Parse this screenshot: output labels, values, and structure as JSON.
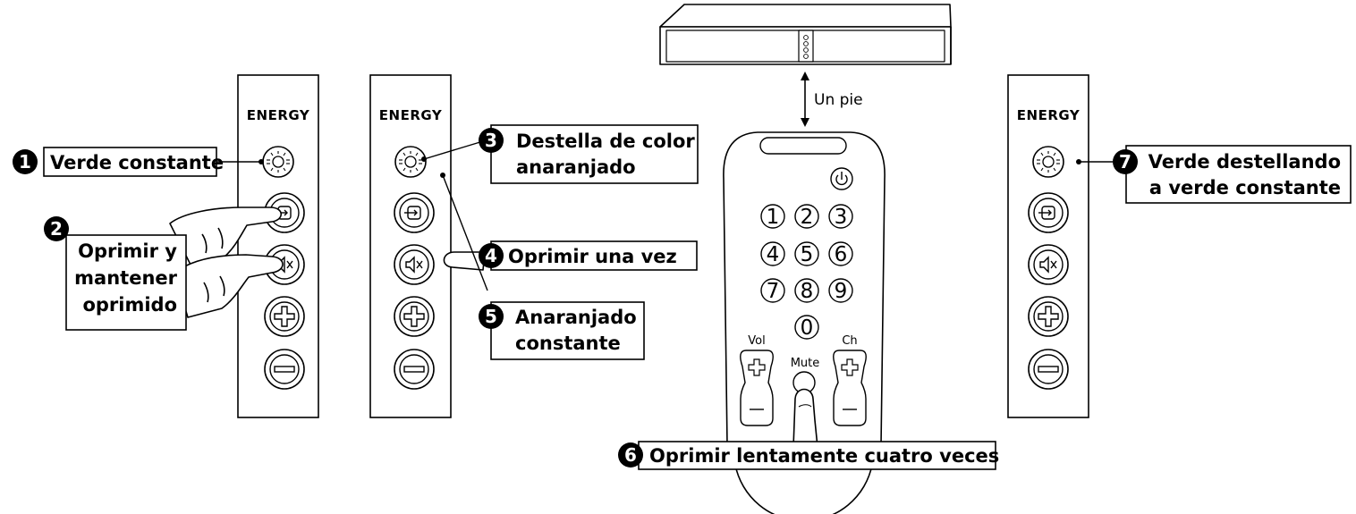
{
  "brand_logo": "ENERGY",
  "steps": [
    {
      "number": "1",
      "text": "Verde constante"
    },
    {
      "number": "2",
      "lines": [
        "Oprimir y",
        "mantener",
        "oprimido"
      ]
    },
    {
      "number": "3",
      "lines": [
        "Destella de color",
        "anaranjado"
      ]
    },
    {
      "number": "4",
      "text": "Oprimir una vez"
    },
    {
      "number": "5",
      "lines": [
        "Anaranjado",
        "constante"
      ]
    },
    {
      "number": "6",
      "text": "Oprimir lentamente cuatro veces"
    },
    {
      "number": "7",
      "lines": [
        "Verde destellando",
        "a verde constante"
      ]
    }
  ],
  "distance_label": "Un pie",
  "remote": {
    "digits": [
      "1",
      "2",
      "3",
      "4",
      "5",
      "6",
      "7",
      "8",
      "9",
      "0"
    ],
    "vol_label": "Vol",
    "ch_label": "Ch",
    "mute_label": "Mute",
    "power_icon": "power-icon"
  },
  "panel_icons": [
    "light-indicator-icon",
    "input-icon",
    "mute-icon",
    "plus-icon",
    "minus-icon"
  ]
}
